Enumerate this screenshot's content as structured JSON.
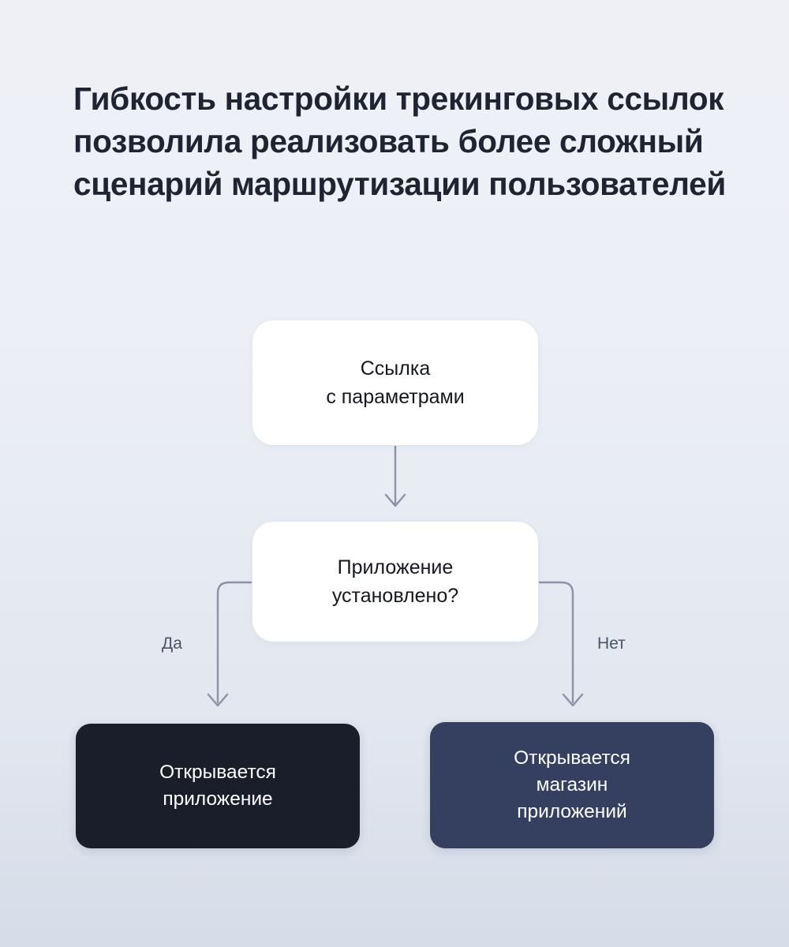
{
  "slide": {
    "heading": "Гибкость настройки трекинговых ссылок позволила реализовать более сложный сценарий маршрутизации пользователей",
    "background_top_color": "#eef0f6",
    "background_bottom_color": "#d6dce8",
    "heading_color": "#1e2432"
  },
  "diagram": {
    "type": "flowchart",
    "connector_color": "#8b93a8",
    "nodes": [
      {
        "id": "link",
        "label": "Ссылка\nс параметрами",
        "style": "light",
        "background": "#ffffff",
        "text_color": "#15181f"
      },
      {
        "id": "decision",
        "label": "Приложение\nустановлено?",
        "style": "light",
        "background": "#ffffff",
        "text_color": "#15181f"
      },
      {
        "id": "app",
        "label": "Открывается\nприложение",
        "style": "dark",
        "background": "#1a1e2b",
        "text_color": "#ffffff"
      },
      {
        "id": "store",
        "label": "Открывается\nмагазин\nприложений",
        "style": "dark",
        "background": "#354060",
        "text_color": "#ffffff"
      }
    ],
    "edges": [
      {
        "from": "link",
        "to": "decision",
        "label": ""
      },
      {
        "from": "decision",
        "to": "app",
        "label": "Да"
      },
      {
        "from": "decision",
        "to": "store",
        "label": "Нет"
      }
    ],
    "branch_labels": {
      "yes": "Да",
      "no": "Нет"
    }
  }
}
